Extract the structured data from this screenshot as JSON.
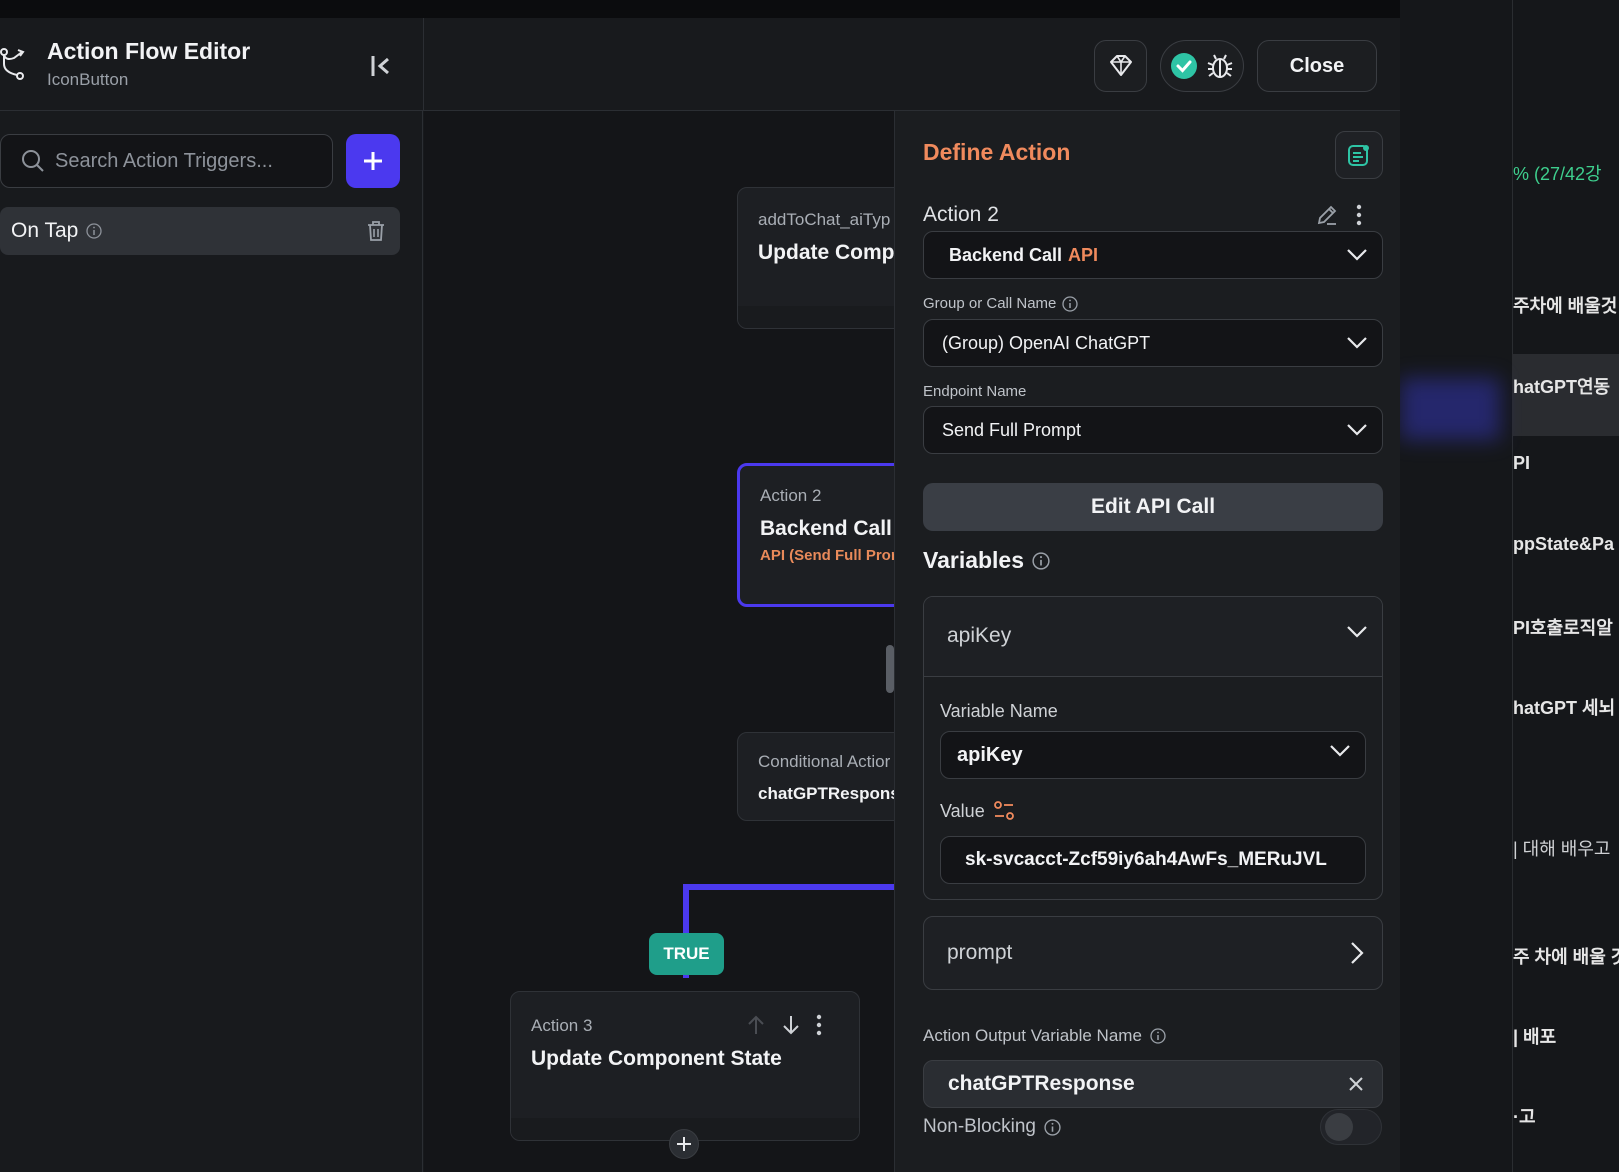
{
  "header": {
    "title": "Action Flow Editor",
    "subtitle": "IconButton",
    "close_label": "Close"
  },
  "left": {
    "search_placeholder": "Search Action Triggers...",
    "trigger_label": "On Tap"
  },
  "canvas": {
    "node1": {
      "small": "addToChat_aiTyp",
      "big": "Update Compo"
    },
    "node2": {
      "small": "Action 2",
      "big": "Backend Call",
      "sub": "API (Send Full Pror"
    },
    "node3": {
      "small": "Conditional Actior",
      "big": "chatGPTRespons"
    },
    "true_label": "TRUE",
    "node4": {
      "small": "Action 3",
      "big": "Update Component State"
    }
  },
  "panel": {
    "title": "Define Action",
    "action_name": "Action 2",
    "action_type": "Backend Call",
    "action_type_tag": "API",
    "group_label": "Group or Call Name",
    "group_value": "(Group) OpenAI ChatGPT",
    "endpoint_label": "Endpoint Name",
    "endpoint_value": "Send Full Prompt",
    "edit_api_label": "Edit API Call",
    "variables_title": "Variables",
    "var1": {
      "name": "apiKey",
      "variable_name_label": "Variable Name",
      "variable_name_value": "apiKey",
      "value_label": "Value",
      "value": "sk-svcacct-Zcf59iy6ah4AwFs_MERuJVL"
    },
    "var2": {
      "name": "prompt"
    },
    "output_label": "Action Output Variable Name",
    "output_value": "chatGPTResponse",
    "nonblocking_label": "Non-Blocking"
  },
  "background": {
    "lines": [
      "% (27/42강",
      "주차에 배울것",
      "hatGPT연동",
      "PI",
      "ppState&Pa",
      "PI호출로직알",
      "hatGPT 세뇌",
      "| 대해 배우고",
      "주 차에 배울 것",
      "| 배포",
      "·고"
    ]
  },
  "colors": {
    "accent": "#4b39ef",
    "orange": "#f08a5d",
    "teal": "#1f9e8a",
    "status_green": "#2ec4a5"
  }
}
